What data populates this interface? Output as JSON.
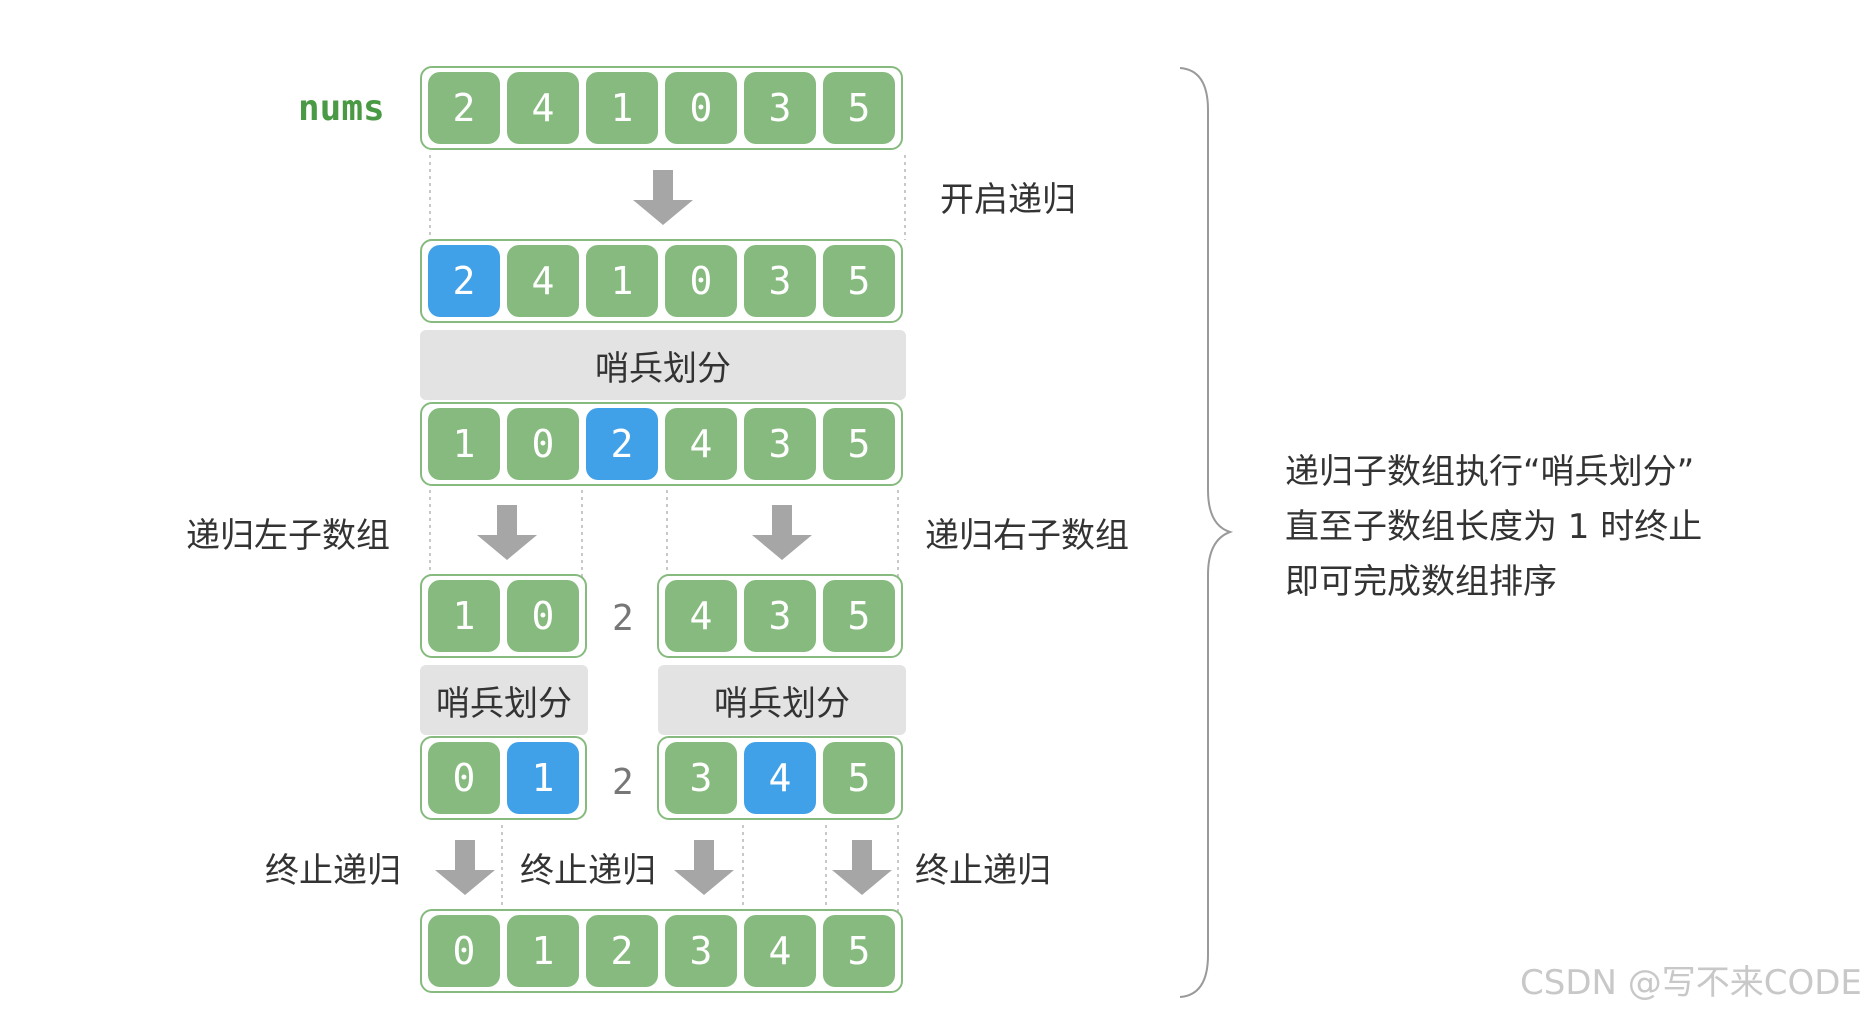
{
  "title": "nums",
  "step_labels": {
    "start_recursion": "开启递归",
    "recurse_left": "递归左子数组",
    "recurse_right": "递归右子数组",
    "terminate": "终止递归"
  },
  "partition_label": "哨兵划分",
  "rows": [
    {
      "cells": [
        "2",
        "4",
        "1",
        "0",
        "3",
        "5"
      ],
      "pivot": []
    },
    {
      "cells": [
        "2",
        "4",
        "1",
        "0",
        "3",
        "5"
      ],
      "pivot": [
        0
      ]
    },
    {
      "cells": [
        "1",
        "0",
        "2",
        "4",
        "3",
        "5"
      ],
      "pivot": [
        2
      ]
    },
    {
      "left": [
        "1",
        "0"
      ],
      "mid": "2",
      "right": [
        "4",
        "3",
        "5"
      ],
      "pivot_left": [],
      "pivot_right": []
    },
    {
      "left": [
        "0",
        "1"
      ],
      "mid": "2",
      "right": [
        "3",
        "4",
        "5"
      ],
      "pivot_left": [
        1
      ],
      "pivot_right": [
        1
      ]
    },
    {
      "cells": [
        "0",
        "1",
        "2",
        "3",
        "4",
        "5"
      ],
      "pivot": []
    }
  ],
  "note": {
    "line1": "递归子数组执行“哨兵划分”",
    "line2": "直至子数组长度为 1 时终止",
    "line3": "即可完成数组排序"
  },
  "watermark": "CSDN @写不来CODE",
  "colors": {
    "cell": "#86ba7e",
    "pivot": "#41a1e8",
    "bar": "#e3e3e3",
    "arrow": "#a6a6a6"
  }
}
